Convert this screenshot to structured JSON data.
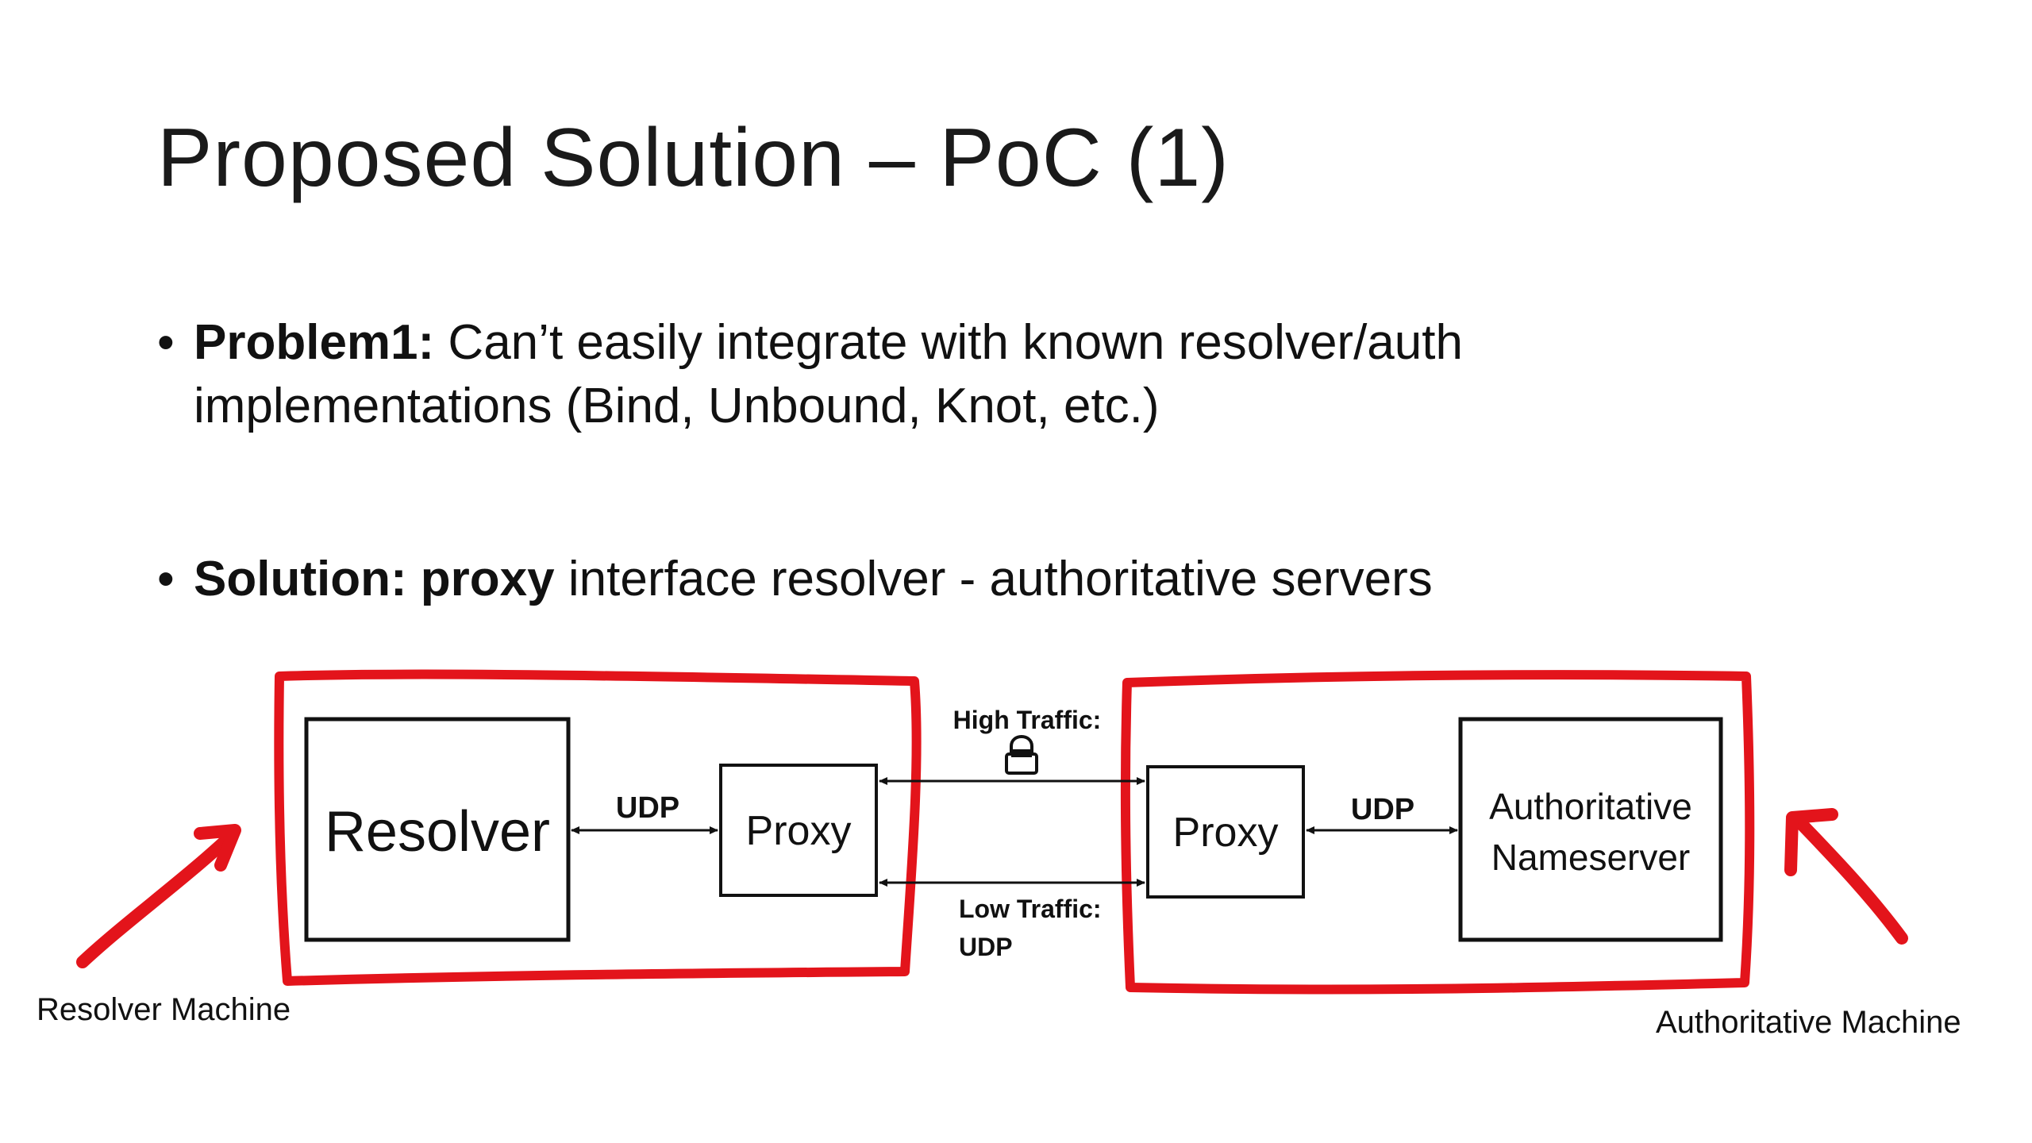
{
  "slide": {
    "title": "Proposed Solution – PoC (1)"
  },
  "bullets": [
    {
      "bold": "Problem1:",
      "text_line1": " Can’t easily integrate with known resolver/auth",
      "text_line2": "implementations (Bind, Unbound, Knot, etc.)"
    },
    {
      "bold": "Solution: proxy",
      "text": " interface resolver - authoritative servers"
    }
  ],
  "diagram": {
    "resolver": "Resolver",
    "proxy_left": "Proxy",
    "proxy_right": "Proxy",
    "auth_line1": "Authoritative",
    "auth_line2": "Nameserver",
    "udp_left": "UDP",
    "udp_right": "UDP",
    "high_traffic": "High Traffic:",
    "low_traffic": "Low Traffic:",
    "low_traffic_proto": "UDP",
    "lock_icon": "lock-icon"
  },
  "labels": {
    "resolver_machine": "Resolver Machine",
    "authoritative_machine": "Authoritative Machine"
  },
  "colors": {
    "highlight": "#e3141b",
    "box_stroke": "#111111"
  }
}
